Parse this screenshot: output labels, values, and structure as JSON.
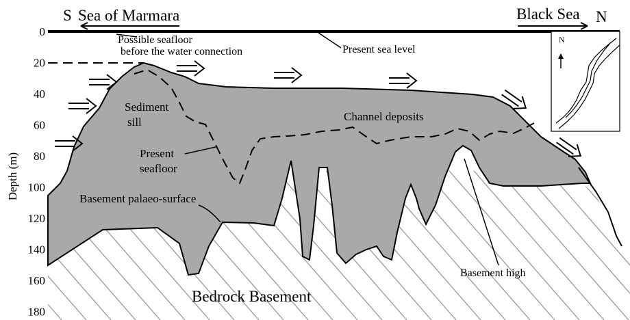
{
  "labels": {
    "south": "S",
    "sea_left": "Sea of Marmara",
    "sea_right": "Black Sea",
    "north": "N",
    "inset_north": "N",
    "possible_seafloor_1": "Possible seafloor",
    "possible_seafloor_2": "before the water connection",
    "present_sea_level": "Present sea level",
    "sediment_sill_1": "Sediment",
    "sediment_sill_2": "sill",
    "channel_deposits": "Channel deposits",
    "present_seafloor_1": "Present",
    "present_seafloor_2": "seafloor",
    "basement_palaeo": "Basement palaeo-surface",
    "basement_high": "Basement high",
    "bedrock": "Bedrock Basement",
    "y_axis": "Depth  (m)"
  },
  "y_ticks": [
    "0",
    "20",
    "40",
    "60",
    "80",
    "100",
    "120",
    "140",
    "160",
    "180"
  ],
  "colors": {
    "sediment_fill": "#a9a9a9",
    "line": "#000000",
    "hatch": "#9a9a9a"
  }
}
